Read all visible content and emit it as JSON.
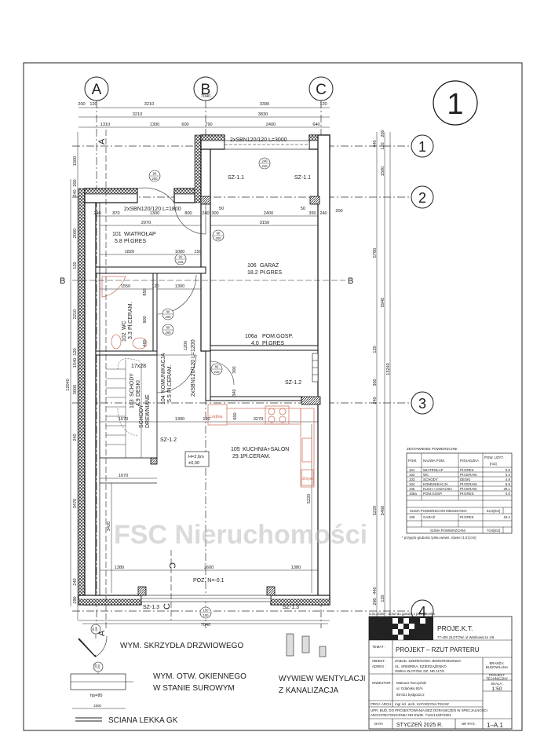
{
  "sheet": {
    "number_badge": "1",
    "watermark": "FSC Nieruchomości"
  },
  "grid": {
    "columns": [
      "A",
      "B",
      "C"
    ],
    "rows": [
      "1",
      "2",
      "3",
      "4"
    ]
  },
  "sections": {
    "a": "A",
    "b": "B",
    "c": "C"
  },
  "plan": {
    "dimensions": [
      "7040",
      "200",
      "120",
      "3210",
      "3390",
      "120",
      "3210",
      "3830",
      "1310",
      "1300",
      "600",
      "790",
      "2400",
      "640",
      "240",
      "870",
      "1300",
      "800",
      "240",
      "300",
      "50",
      "2400",
      "50",
      "350",
      "240",
      "200",
      "2970",
      "3150",
      "1820",
      "1000",
      "150",
      "1550",
      "120",
      "1300",
      "900",
      "850",
      "460",
      "1200",
      "300",
      "340",
      "600",
      "1670",
      "1300",
      "120",
      "3270",
      "1670",
      "3420",
      "5220",
      "1380",
      "3600",
      "1380",
      "7040",
      "440",
      "200",
      "120",
      "1500",
      "5780",
      "5940",
      "120",
      "300",
      "13240",
      "240",
      "5220",
      "5460",
      "440",
      "290",
      "120",
      "1500",
      "200",
      "240",
      "2000",
      "120",
      "2210",
      "120",
      "1540",
      "3000",
      "12040",
      "240",
      "3470",
      "240",
      "290"
    ],
    "lintel_garage": "2xSBN120/120  L=3000",
    "lintel_entry": "2xSBN120/120  L=1800",
    "lintel_corridor": "2xSBN120/120  L=1200",
    "sz_1_1": "SZ-1.1",
    "sz_1_2": "SZ-1.2",
    "sz_1_3": "SZ-1.3",
    "level_height": "H=2,6m",
    "level_zero": "±0,00",
    "floor_level": "POZ. N=-0.1",
    "stairs_label": "SCHODY",
    "stairs_material": "DREWNIANE",
    "stairs_steps": "17x28",
    "fridge": "Lodów.",
    "dishwasher": "Zmyw.",
    "door_tags": [
      {
        "w": "240",
        "h": "210"
      },
      {
        "w": "90",
        "h": "200"
      },
      {
        "w": "80",
        "h": "200"
      },
      {
        "w": "90",
        "h": "215"
      },
      {
        "w": "80",
        "h": "200"
      },
      {
        "w": "80",
        "h": "200"
      },
      {
        "w": "80",
        "h": "210"
      },
      {
        "w": "150",
        "h": "150"
      }
    ],
    "rooms": [
      {
        "no": "101",
        "name": "WIATROŁAP",
        "area": "5.8",
        "floor": "Pł.GRES"
      },
      {
        "no": "102",
        "name": "WC",
        "area": "3.3",
        "floor": "Pł.CERAM."
      },
      {
        "no": "103",
        "name": "SCHODY",
        "area": "4.9",
        "floor": "DESKI"
      },
      {
        "no": "104",
        "name": "KOMUNIKACJA",
        "area": "5.5",
        "floor": "Pł.CERAM."
      },
      {
        "no": "105",
        "name": "KUCHNIA+SALON",
        "area": "29.1",
        "floor": "Pł.CERAM."
      },
      {
        "no": "106",
        "name": "GARAŻ",
        "area": "18.2",
        "floor": "Pł.GRES"
      },
      {
        "no": "106a",
        "name": "POM.GOSP.",
        "area": "4.0",
        "floor": "Pł.GRES"
      }
    ]
  },
  "area_table": {
    "title": "ZESTAWIENIE POWIERZCHNI",
    "headers": [
      "POM.",
      "NAZWA POM.",
      "POSADZKA",
      "POW. UŻYT.",
      "[m2]"
    ],
    "rows": [
      [
        "101",
        "WIATROŁAP",
        "Pł.GRES",
        "5.8"
      ],
      [
        "102",
        "WC",
        "Pł.CERAM.",
        "3.3"
      ],
      [
        "103",
        "SCHODY",
        "DESKI",
        "4.9"
      ],
      [
        "104",
        "KOMUNIKACJA",
        "Pł.CERAM.",
        "5.5"
      ],
      [
        "105",
        "KUCH.+JADALNIA",
        "Pł.CERAM.",
        "29.1"
      ],
      [
        "106a",
        "POM.GOSP.",
        "Pł.GRES",
        "4.0"
      ]
    ],
    "subtotal_label": "SUMA POWIERZCHNI MIESZKANIA",
    "subtotal_value": "52,6[m2]",
    "garage_row": [
      "106",
      "GARAŻ",
      "Pł.GRES",
      "18.2"
    ],
    "total_label": "SUMA POWIERZCHNI",
    "total_value": "70,8[m2]",
    "footnote": "* przyjęto grubości tynku wewn. równe (1,5) [cm]"
  },
  "legend": {
    "door": "WYM. SKRZYDŁA DRZWIOWEGO",
    "door_tag": {
      "w": "80",
      "h": "200"
    },
    "window_line1": "WYM. OTW. OKIENNEGO",
    "window_line2": "W STANIE SUROWYM",
    "window_tag": {
      "w": "150",
      "h": "150"
    },
    "window_sill": "hp=80",
    "window_dim": "1500",
    "vent_line1": "WYWIEW WENTYLACJI",
    "vent_line2": "Z KANALIZACJA",
    "light_wall": "SCIANA LEKKA GK"
  },
  "title_block": {
    "revision_note": "6.01.2025 – drzwi do garażu z przedsionka",
    "company": "PROJE.K.T.",
    "company_address": "77-400 ZŁOTÓW, ul.Wańkowicza 1/8",
    "topic_label": "TEMAT :",
    "topic": "PROJEKT – RZUT PARTERU",
    "object_label": "OBIEKT :",
    "address_label": "ADRES :",
    "object_lines": [
      "ZABUD. SZEREGOWA JEDNORODZINNA",
      "UL. SREBRNA, DZIERZĄŻENKO",
      "GMINA ZŁOTÓW, DZ. NR 117/6"
    ],
    "branch_label": "BRANŻA:",
    "branch": "BUDOWLANA",
    "stage_lines": [
      "PROJEKT",
      "TECHNICZNY"
    ],
    "investor_label": "INWESTOR :",
    "investor_lines": [
      "Mateusz Roczyński",
      "ul. Gdańska 92/A",
      "85-021 bydgoszcz"
    ],
    "scale_label": "SKALA:",
    "scale": "1:50",
    "architect_label": "PROJ. ARCH.:",
    "architect": "mgr inż. arch. KATARZYNA TEUSZ",
    "license_lines": [
      "UPR. BUD. DO PROJEKTOWANIA BEZ OGRANICZEŃ W SPECJALNOŚCI",
      "ARCHITEKTONICZNEJ NR EWID. 7131/123/P/2001"
    ],
    "date_label": "DATA",
    "date": "STYCZEŃ 2025 R.",
    "drawing_no_label": "NR RYS.",
    "drawing_no": "1–A.1"
  }
}
